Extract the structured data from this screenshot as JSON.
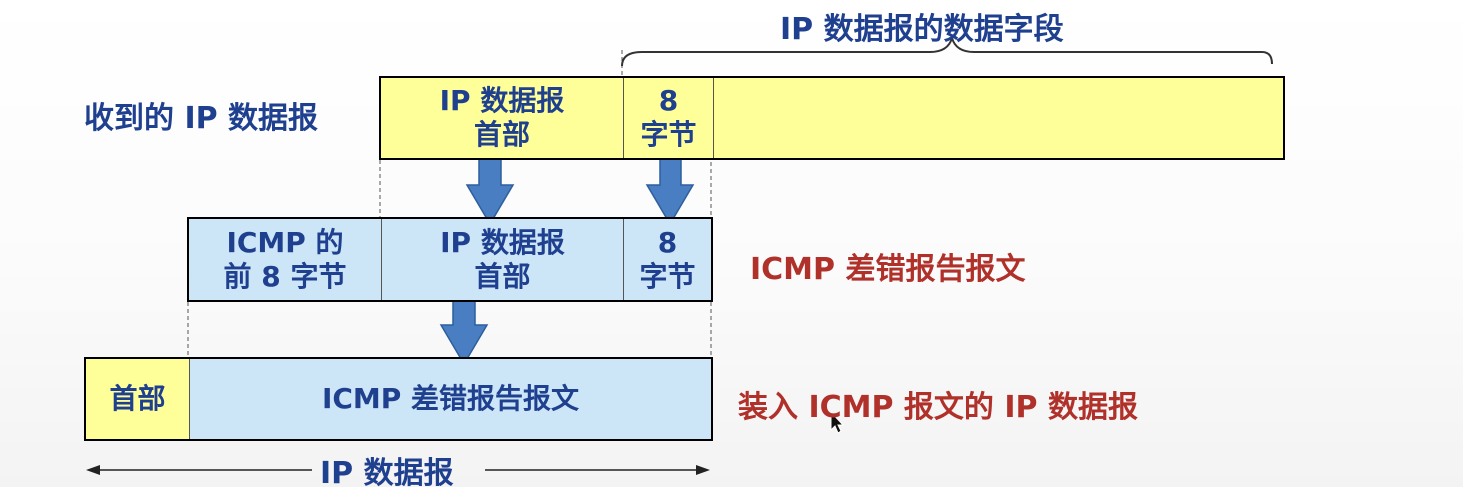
{
  "top_brace_label": "IP 数据报的数据字段",
  "received": {
    "side_label": "收到的 IP 数据报",
    "header_line1": "IP 数据报",
    "header_line2": "首部",
    "bytes_line1": "8",
    "bytes_line2": "字节"
  },
  "icmp": {
    "first_line1": "ICMP 的",
    "first_line2": "前 8 字节",
    "header_line1": "IP 数据报",
    "header_line2": "首部",
    "bytes_line1": "8",
    "bytes_line2": "字节",
    "side_label": "ICMP 差错报告报文"
  },
  "final": {
    "header": "首部",
    "body": "ICMP 差错报告报文",
    "side_label": "装入 ICMP 报文的 IP 数据报",
    "span_label": "IP 数据报"
  },
  "colors": {
    "yellow": "#ffff99",
    "light_blue": "#cce6f8",
    "arrow_blue": "#4a7ec2",
    "label_navy": "#1f3f8f",
    "label_red": "#b0302a"
  },
  "icons": [
    "down-arrow-icon",
    "mouse-cursor-icon"
  ]
}
